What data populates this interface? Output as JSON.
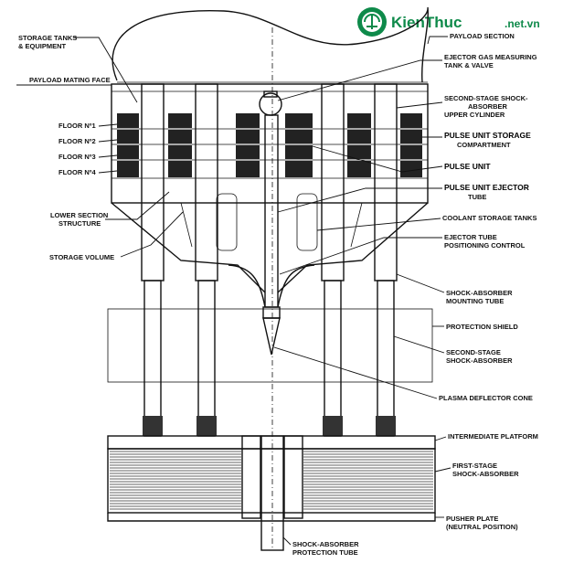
{
  "watermark": {
    "brand": "KienThuc",
    "domain": ".net.vn"
  },
  "labels_left": {
    "storage_tanks": [
      "STORAGE TANKS",
      "& EQUIPMENT"
    ],
    "payload_mating_face": "PAYLOAD MATING FACE",
    "floor1": "FLOOR Nº1",
    "floor2": "FLOOR Nº2",
    "floor3": "FLOOR Nº3",
    "floor4": "FLOOR Nº4",
    "lower_section": [
      "LOWER SECTION",
      "STRUCTURE"
    ],
    "storage_volume": "STORAGE VOLUME"
  },
  "labels_right": {
    "payload_section": "PAYLOAD SECTION",
    "ejector_gas": [
      "EJECTOR GAS MEASURING",
      "TANK & VALVE"
    ],
    "second_stage_upper": [
      "SECOND-STAGE SHOCK-",
      "ABSORBER",
      "UPPER CYLINDER"
    ],
    "pulse_storage": [
      "PULSE UNIT STORAGE",
      "COMPARTMENT"
    ],
    "pulse_unit": "PULSE UNIT",
    "pulse_ejector": [
      "PULSE UNIT EJECTOR",
      "TUBE"
    ],
    "coolant": "COOLANT STORAGE TANKS",
    "ejector_positioning": [
      "EJECTOR TUBE",
      "POSITIONING CONTROL"
    ],
    "shock_mounting": [
      "SHOCK-ABSORBER",
      "MOUNTING TUBE"
    ],
    "protection_shield": "PROTECTION SHIELD",
    "second_stage": [
      "SECOND-STAGE",
      "SHOCK-ABSORBER"
    ],
    "plasma_cone": "PLASMA DEFLECTOR CONE",
    "intermediate_platform": "INTERMEDIATE PLATFORM",
    "first_stage": [
      "FIRST-STAGE",
      "SHOCK-ABSORBER"
    ],
    "pusher_plate": [
      "PUSHER PLATE",
      "(NEUTRAL POSITION)"
    ]
  },
  "labels_bottom": {
    "protection_tube": [
      "SHOCK-ABSORBER",
      "PROTECTION TUBE"
    ]
  }
}
